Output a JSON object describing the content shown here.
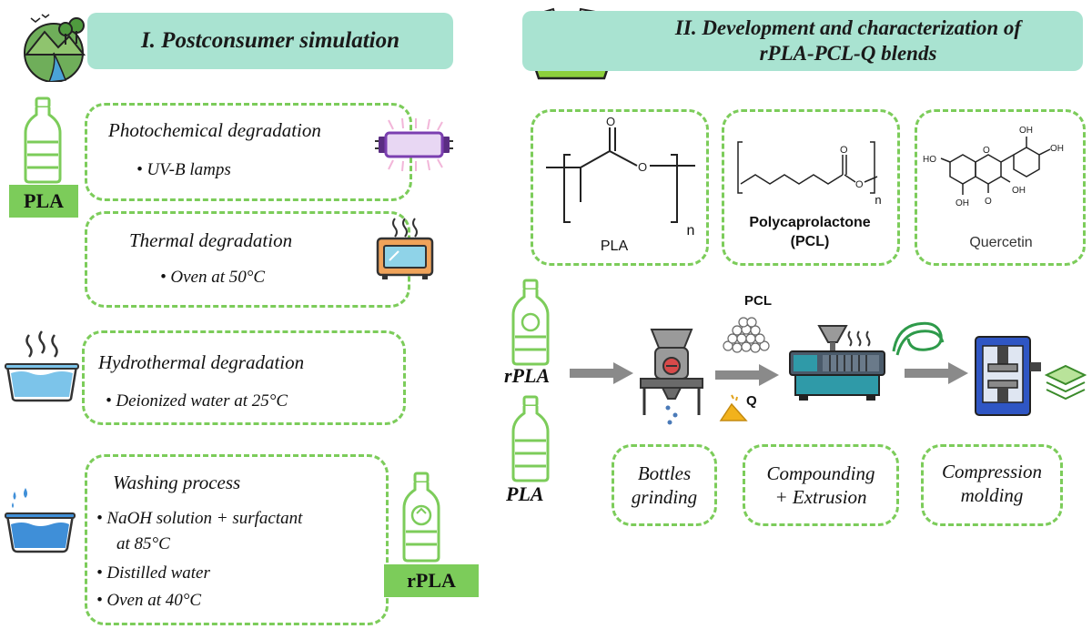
{
  "section1": {
    "title": "I. Postconsumer simulation",
    "photochemical": {
      "title": "Photochemical degradation",
      "bullets": [
        "UV-B lamps"
      ]
    },
    "thermal": {
      "title": "Thermal degradation",
      "bullets": [
        "Oven at 50°C"
      ]
    },
    "hydrothermal": {
      "title": "Hydrothermal degradation",
      "bullets": [
        "Deionized water at 25°C"
      ]
    },
    "washing": {
      "title": "Washing process",
      "bullets": [
        "NaOH solution + surfactant",
        "at 85°C",
        "Distilled water",
        "Oven at 40°C"
      ]
    },
    "pla_tag": "PLA",
    "rpla_tag": "rPLA"
  },
  "section2": {
    "title_line1": "II. Development and characterization of",
    "title_line2": "rPLA-PCL-Q blends",
    "molecules": {
      "pla_label": "PLA",
      "pla_n": "n",
      "pcl_label_line1": "Polycaprolactone",
      "pcl_label_line2": "(PCL)",
      "pcl_n": "n",
      "quercetin_label": "Quercetin",
      "oh": "OH",
      "ho": "HO"
    },
    "process": {
      "rpla_label": "rPLA",
      "pla_label": "PLA",
      "pcl_label": "PCL",
      "q_label": "Q"
    },
    "steps": [
      {
        "line1": "Bottles",
        "line2": "grinding"
      },
      {
        "line1": "Compounding",
        "line2": "+ Extrusion"
      },
      {
        "line1": "Compression",
        "line2": "molding"
      }
    ]
  },
  "colors": {
    "banner": "#a9e3d1",
    "accent_green": "#7ccc5a",
    "arrow_gray": "#8a8a8a"
  }
}
